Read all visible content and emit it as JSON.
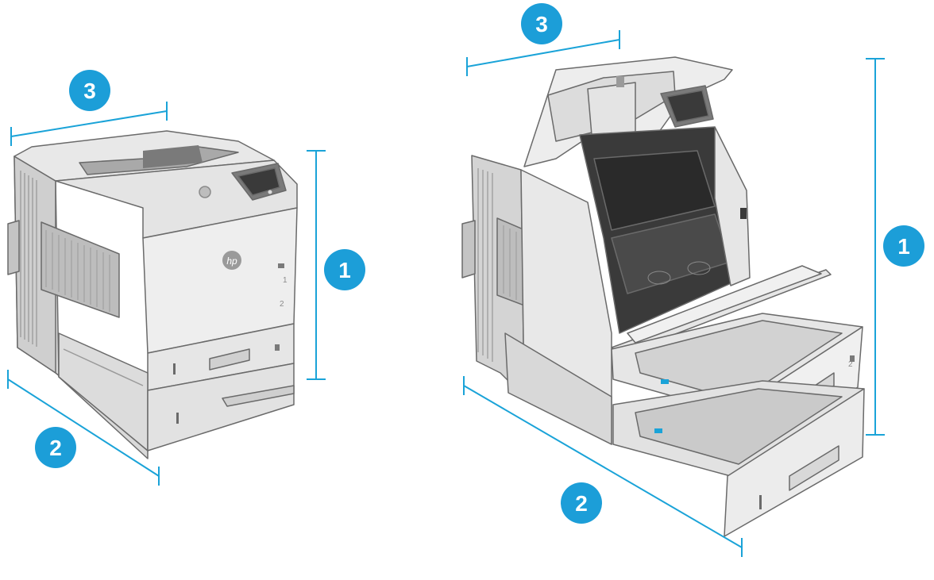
{
  "colors": {
    "accent": "#1aa3d8",
    "callout_fill": "#1c9ed8",
    "callout_text": "#ffffff",
    "body_light": "#eeeeee",
    "body_mid": "#d9d9d9",
    "body_dark": "#a7a7a7",
    "outline": "#6a6a6a",
    "interior": "#3a3a3a"
  },
  "closed_printer": {
    "logo": "hp",
    "tray_labels": [
      "1",
      "2"
    ],
    "callouts": {
      "height": "1",
      "depth": "2",
      "width": "3"
    }
  },
  "open_printer": {
    "tray_labels": [
      "2"
    ],
    "callouts": {
      "height": "1",
      "depth": "2",
      "width": "3"
    }
  }
}
